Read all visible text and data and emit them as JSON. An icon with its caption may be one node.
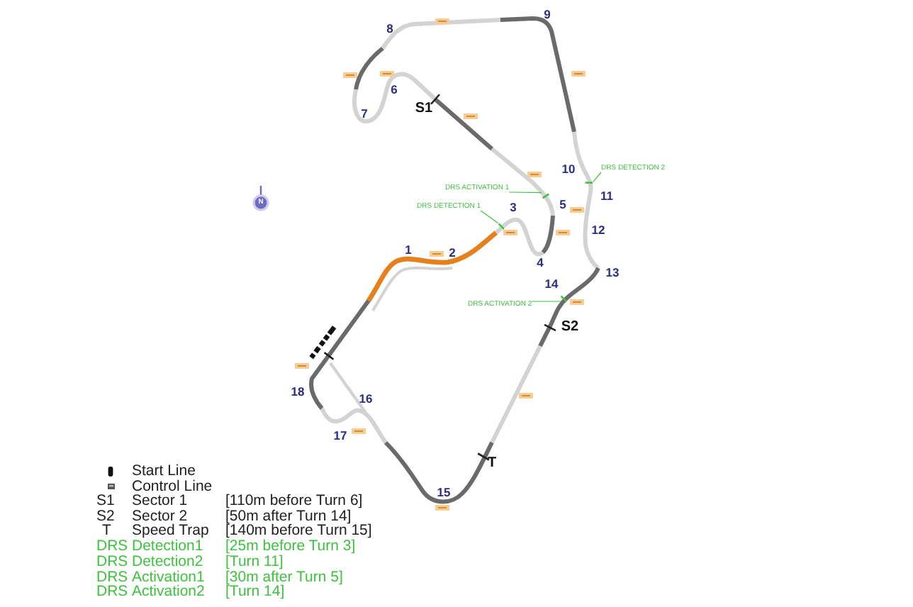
{
  "diagram": {
    "nodes": [
      {
        "text": [
          "DRS DETECTION 2"
        ]
      },
      {
        "text": [],
        "shape": "bar"
      },
      {
        "text": [
          "DRS ACTIVATION 1"
        ]
      },
      {
        "text": [],
        "shape": "bar"
      },
      {
        "text": [
          "DRS DETECTION 1"
        ]
      },
      {
        "text": [],
        "shape": "bar"
      },
      {
        "text": [
          "DRS ACTIVATION 2"
        ]
      },
      {
        "text": [],
        "shape": "bar"
      }
    ],
    "edges": [
      {
        "from": 0,
        "to": 1,
        "arrow": "none"
      },
      {
        "from": 2,
        "to": 3,
        "arrow": "none"
      },
      {
        "from": 4,
        "to": 5,
        "arrow": "none"
      },
      {
        "from": 6,
        "to": 7,
        "arrow": "none"
      }
    ],
    "labels": [
      "9",
      "8",
      "6",
      "S1",
      "7",
      "10",
      "11",
      "5",
      "N",
      "3",
      "12",
      "1",
      "2",
      "4",
      "13",
      "14",
      "S2",
      "18",
      "16",
      "17",
      "T",
      "15",
      "S1",
      "Sector 1",
      "[110m before Turn 6]",
      "S2",
      "Sector 2",
      "[50m after Turn 14]",
      "T",
      "Speed Trap",
      "[140m before Turn 15]",
      "DRS",
      "Detection1",
      "[25m before Turn 3]",
      "DRS",
      "Detection2",
      "[Turn 11]",
      "DRS",
      "Activation1",
      "[30m after Turn 5]",
      "DRS",
      "Activation2",
      "[Turn 14]"
    ],
    "legend": [
      {
        "text": "Start Line"
      },
      {
        "text": "Control Line"
      }
    ]
  }
}
